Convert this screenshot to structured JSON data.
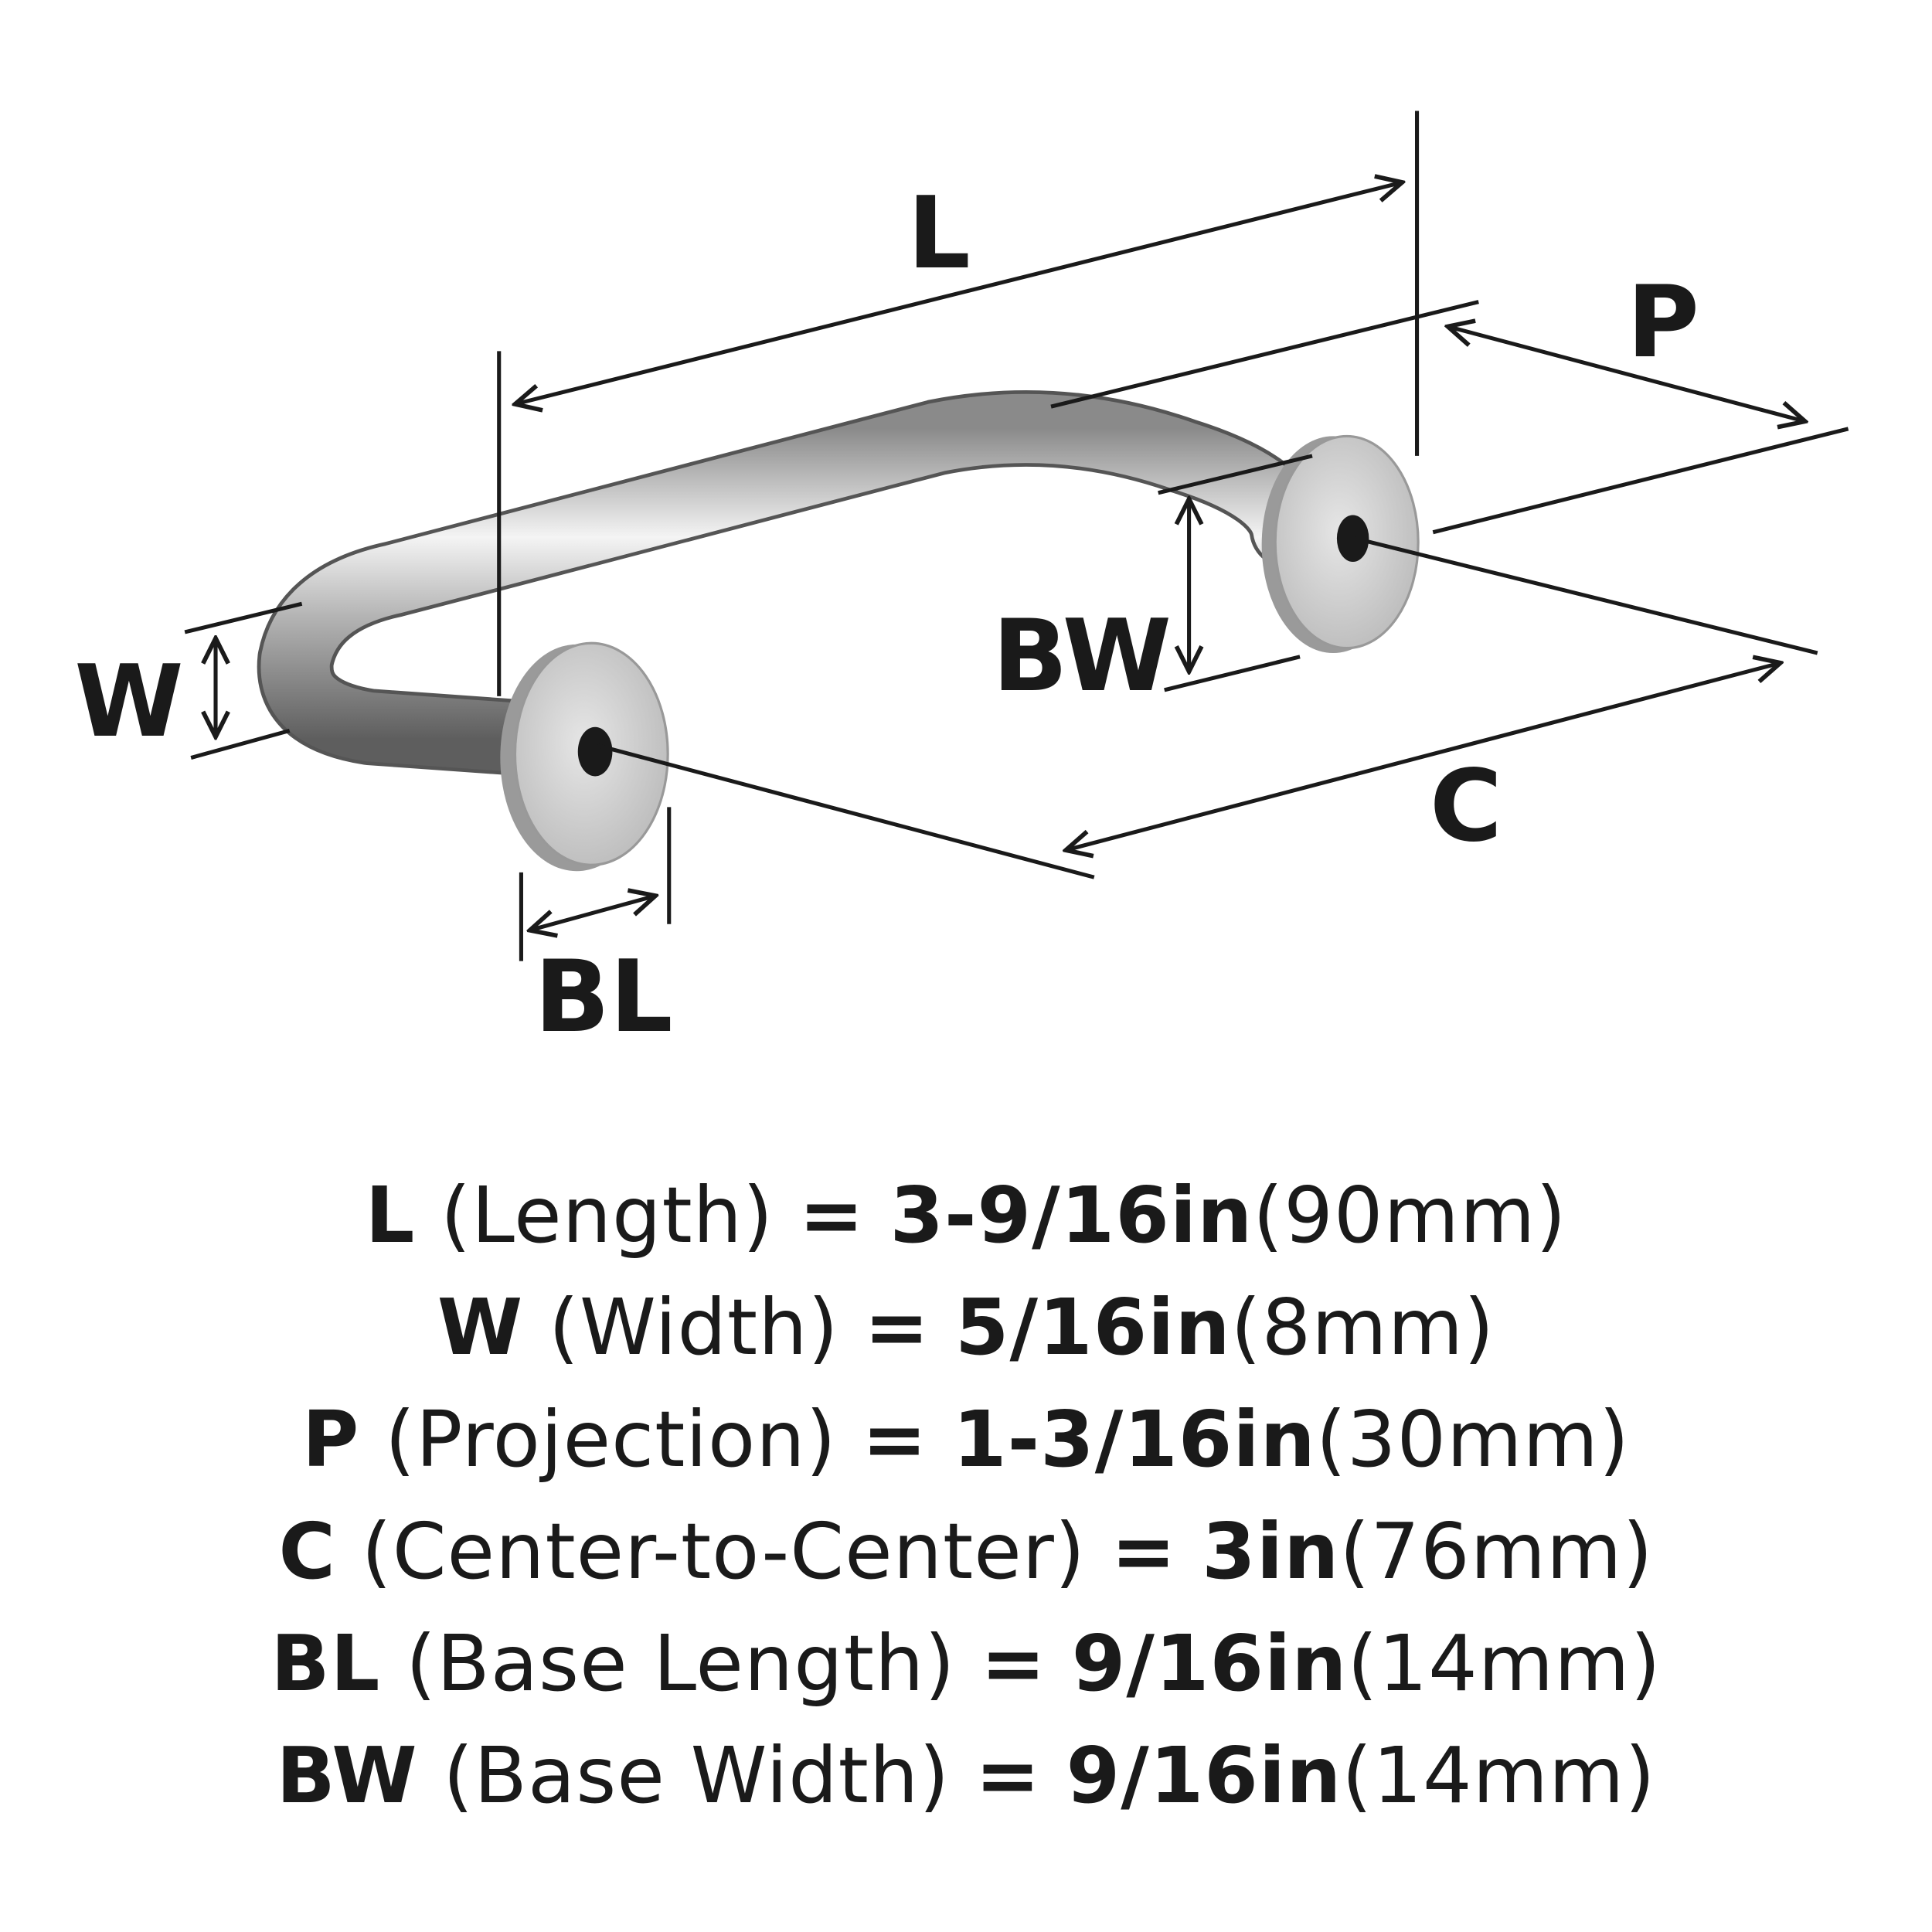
{
  "diagram_labels": {
    "L": "L",
    "P": "P",
    "W": "W",
    "BW": "BW",
    "C": "C",
    "BL": "BL"
  },
  "specs": [
    {
      "code": "L",
      "name": "(Length)",
      "eq": "=",
      "imperial": "3-9/16in",
      "metric": "(90mm)"
    },
    {
      "code": "W",
      "name": "(Width)",
      "eq": "=",
      "imperial": "5/16in",
      "metric": "(8mm)"
    },
    {
      "code": "P",
      "name": "(Projection)",
      "eq": "=",
      "imperial": "1-3/16in",
      "metric": "(30mm)"
    },
    {
      "code": "C",
      "name": "(Center-to-Center)",
      "eq": "=",
      "imperial": "3in",
      "metric": "(76mm)"
    },
    {
      "code": "BL",
      "name": "(Base Length)",
      "eq": "=",
      "imperial": "9/16in",
      "metric": "(14mm)"
    },
    {
      "code": "BW",
      "name": "(Base Width)",
      "eq": "=",
      "imperial": "9/16in",
      "metric": "(14mm)"
    }
  ],
  "colors": {
    "line": "#1a1a1a",
    "metal_light": "#f2f2f2",
    "metal_dark": "#6e6e6e"
  }
}
